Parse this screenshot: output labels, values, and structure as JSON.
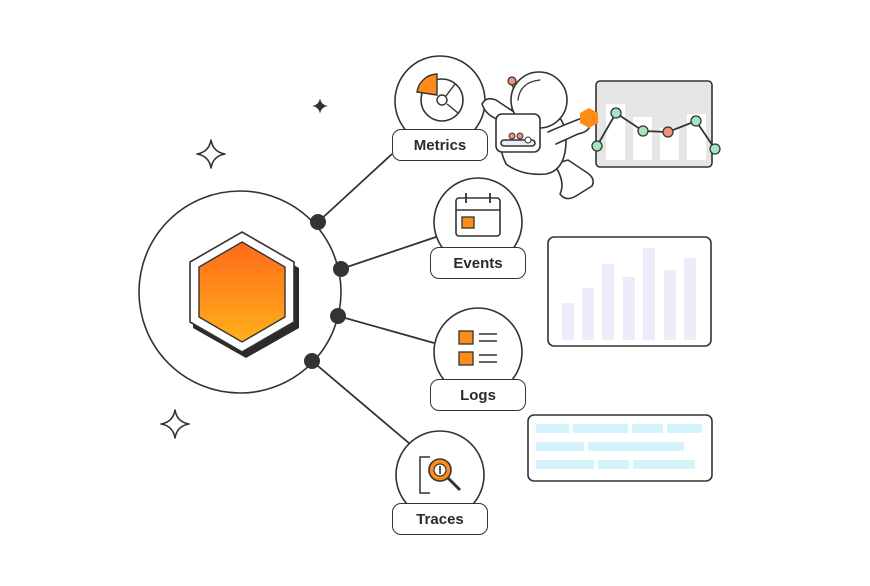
{
  "telemetry": {
    "metrics_label": "Metrics",
    "events_label": "Events",
    "logs_label": "Logs",
    "traces_label": "Traces"
  },
  "colors": {
    "stroke": "#333333",
    "orange_light": "#ffa31a",
    "orange_dark": "#ff6a1a",
    "line_point_green": "#a3e6c2",
    "line_point_red": "#f0917a",
    "bar_lavender": "#f0ebfb",
    "log_line_cyan": "#d3f4fa",
    "chart_bg_gray": "#e6e6e6"
  },
  "icons": [
    "hexagon-logo-icon",
    "pie-chart-icon",
    "calendar-icon",
    "list-icon",
    "magnifier-icon",
    "sparkle-icon",
    "astronaut-icon"
  ]
}
